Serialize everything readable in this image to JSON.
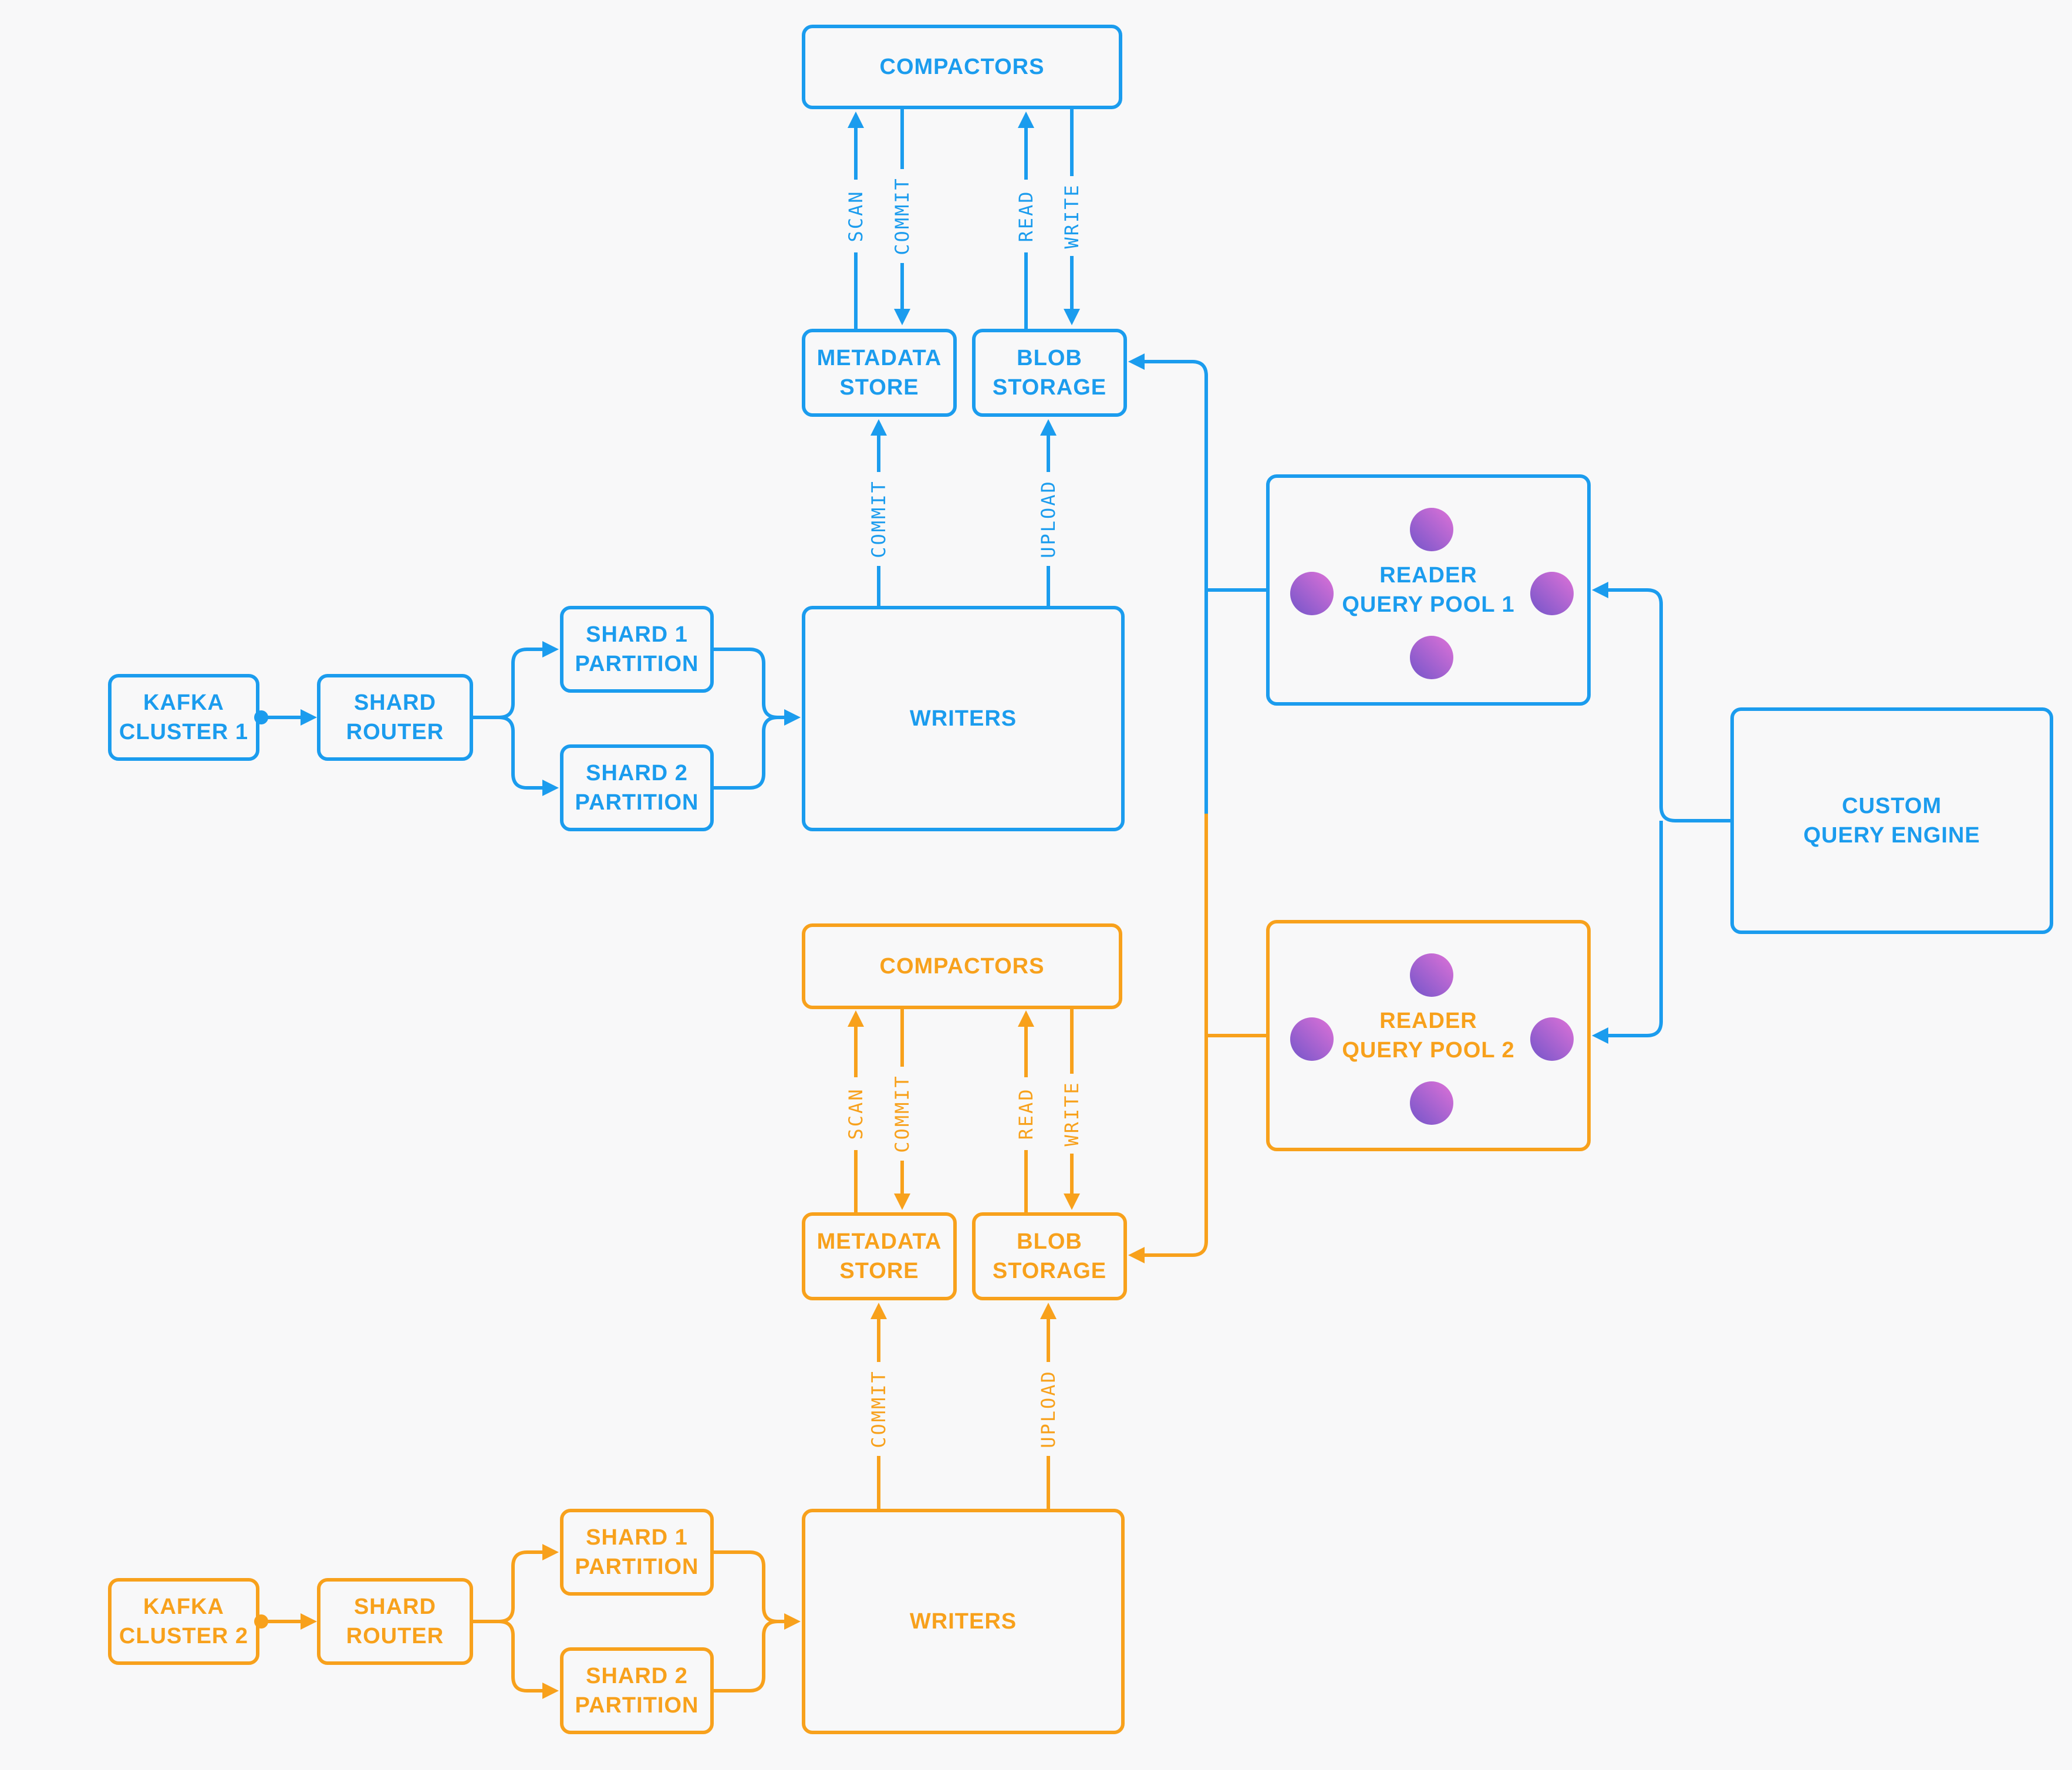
{
  "diagram": {
    "background": "#f8f8f9",
    "palette": {
      "blue": "#1b9cee",
      "orange": "#f8a11c",
      "bg": "#f8f8f9",
      "node_grad_a": "#d46fd6",
      "node_grad_b": "#7e58cb"
    },
    "pipeline1": {
      "kafka": {
        "line1": "KAFKA",
        "line2": "CLUSTER 1"
      },
      "shard_router": {
        "line1": "SHARD",
        "line2": "ROUTER"
      },
      "shard1_partition": {
        "line1": "SHARD 1",
        "line2": "PARTITION"
      },
      "shard2_partition": {
        "line1": "SHARD 2",
        "line2": "PARTITION"
      },
      "writers": {
        "line1": "WRITERS"
      },
      "compactors": {
        "line1": "COMPACTORS"
      },
      "metadata_store": {
        "line1": "METADATA",
        "line2": "STORE"
      },
      "blob_storage": {
        "line1": "BLOB",
        "line2": "STORAGE"
      },
      "reader_query_pool": {
        "line1": "READER",
        "line2": "QUERY POOL 1"
      },
      "edge_labels": {
        "scan": "SCAN",
        "commit_compactors": "COMMIT",
        "read": "READ",
        "write": "WRITE",
        "commit_writers": "COMMIT",
        "upload": "UPLOAD"
      }
    },
    "pipeline2": {
      "kafka": {
        "line1": "KAFKA",
        "line2": "CLUSTER 2"
      },
      "shard_router": {
        "line1": "SHARD",
        "line2": "ROUTER"
      },
      "shard1_partition": {
        "line1": "SHARD 1",
        "line2": "PARTITION"
      },
      "shard2_partition": {
        "line1": "SHARD 2",
        "line2": "PARTITION"
      },
      "writers": {
        "line1": "WRITERS"
      },
      "compactors": {
        "line1": "COMPACTORS"
      },
      "metadata_store": {
        "line1": "METADATA",
        "line2": "STORE"
      },
      "blob_storage": {
        "line1": "BLOB",
        "line2": "STORAGE"
      },
      "reader_query_pool": {
        "line1": "READER",
        "line2": "QUERY POOL 2"
      },
      "edge_labels": {
        "scan": "SCAN",
        "commit_compactors": "COMMIT",
        "read": "READ",
        "write": "WRITE",
        "commit_writers": "COMMIT",
        "upload": "UPLOAD"
      }
    },
    "query_engine": {
      "line1": "CUSTOM",
      "line2": "QUERY ENGINE"
    }
  }
}
